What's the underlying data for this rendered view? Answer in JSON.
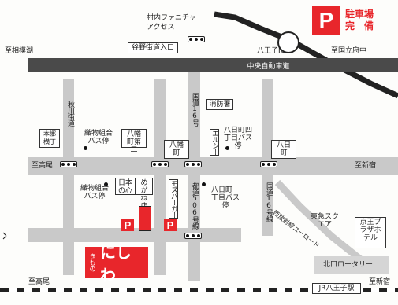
{
  "colors": {
    "accent": "#e8262b",
    "highway": "#4a4a4a",
    "road": "#c9c9c9"
  },
  "legend": {
    "p_symbol": "P",
    "title_line1": "駐車場",
    "title_line2": "完　備"
  },
  "highways": {
    "chuo_label": "中央自動車道",
    "sagamihara_left": "至相模湖",
    "tachikawa_right": "至国立府中",
    "ic_label": "八王子IC"
  },
  "labels": {
    "muranai": "村内ファニチャー",
    "access": "アクセス",
    "hachioji_entrance": "谷野街道入口",
    "akigawa": "秋川街道",
    "route16": "国道16号",
    "shobosho": "消防署",
    "takao_left": "至高尾",
    "shinjuku_right": "至新宿",
    "honkouban": "本郷横丁",
    "orimono_top": "織物組合バス停",
    "yoka_dai2": "八幡町第二",
    "yoka": "八幡町",
    "youkamachi_4": "八日町四丁目バス停",
    "youkamachi_jct": "八日町",
    "ellow": "エルシー",
    "nippon_kokoro": "日本の心",
    "megane": "めがね店",
    "orimono_bottom": "織物組合バス停",
    "mosburger": "モスバーガー",
    "route506": "都道506号線",
    "youkamachi_1": "八日町一丁目バス停",
    "route16b": "国道16号線",
    "nishihoudai": "西放射線ユーロード",
    "tokyu": "東急スクエア",
    "keio_plaza": "京王プラザホテル",
    "north_rotary": "北口ロータリー",
    "takao_bottom": "至高尾",
    "shinjuku_bottom": "至新宿",
    "jr_station": "JR八王子駅",
    "parking_p1": "P",
    "parking_p2": "P"
  },
  "shop": {
    "small": "きもの",
    "name": "にしわ"
  }
}
